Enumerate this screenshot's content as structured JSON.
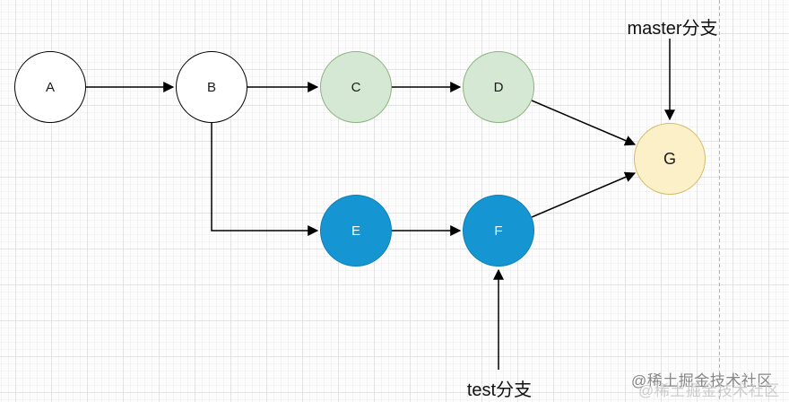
{
  "diagram": {
    "type": "git-branch-commit-graph",
    "nodes": {
      "a": {
        "label": "A",
        "fill": "#ffffff",
        "stroke": "#000000",
        "text_color": "#1a1a1a"
      },
      "b": {
        "label": "B",
        "fill": "#ffffff",
        "stroke": "#000000",
        "text_color": "#1a1a1a"
      },
      "c": {
        "label": "C",
        "fill": "#d5e8d4",
        "stroke": "#8cb37e",
        "text_color": "#1a1a1a"
      },
      "d": {
        "label": "D",
        "fill": "#d5e8d4",
        "stroke": "#8cb37e",
        "text_color": "#1a1a1a"
      },
      "e": {
        "label": "E",
        "fill": "#1596d3",
        "stroke": "#0f7fb4",
        "text_color": "#ffffff"
      },
      "f": {
        "label": "F",
        "fill": "#1596d3",
        "stroke": "#0f7fb4",
        "text_color": "#ffffff"
      },
      "g": {
        "label": "G",
        "fill": "#fcf0c8",
        "stroke": "#d4bc69",
        "text_color": "#1a1a1a"
      }
    },
    "edges": [
      "A→B",
      "B→C",
      "C→D",
      "B→E",
      "E→F",
      "D→G",
      "F→G"
    ],
    "annotations": {
      "master_label": "master分支",
      "master_points_to": "G",
      "test_label": "test分支",
      "test_points_to": "F"
    },
    "edge_color": "#000000",
    "boundary_line_color": "#b5b5b5"
  },
  "watermark": {
    "text": "@稀土掘金技术社区",
    "color": "#878787"
  }
}
